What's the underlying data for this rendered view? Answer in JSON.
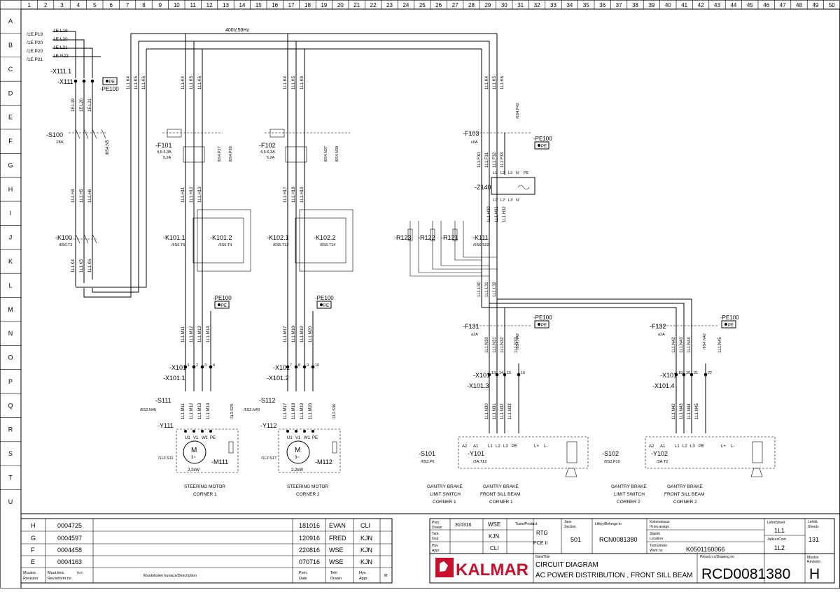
{
  "columns": [
    "1",
    "2",
    "3",
    "4",
    "5",
    "6",
    "7",
    "8",
    "9",
    "10",
    "11",
    "12",
    "13",
    "14",
    "15",
    "16",
    "17",
    "18",
    "19",
    "20",
    "21",
    "22",
    "23",
    "24",
    "25",
    "26",
    "27",
    "28",
    "29",
    "30",
    "31",
    "32",
    "33",
    "34",
    "35",
    "36",
    "37",
    "38",
    "39",
    "40",
    "41",
    "42",
    "43",
    "44",
    "45",
    "46",
    "47",
    "48",
    "49",
    "50"
  ],
  "rows": [
    "A",
    "B",
    "C",
    "D",
    "E",
    "F",
    "G",
    "H",
    "I",
    "J",
    "K",
    "L",
    "M",
    "N",
    "O",
    "P",
    "Q",
    "R",
    "S",
    "T",
    "U"
  ],
  "supply": {
    "voltage": "400V,50Hz",
    "refs": [
      "/1E.P19",
      "/1E.P20",
      "/1E.P20",
      "/1E.P21"
    ],
    "wires": [
      "1E.L19",
      "1E.L20",
      "1E.L21",
      "1E.N22"
    ],
    "terminal": "-X111.1",
    "terminal2": "-X111",
    "pe": "-PE100",
    "pe_tag": "PE",
    "down_wires": [
      "1E.L19",
      "1E.L20",
      "1E.L21"
    ],
    "bus_wires": [
      "1L1.K4",
      "1L1.K5",
      "1L1.K6"
    ]
  },
  "left": {
    "s100": "-S100",
    "s100_rating": "16A",
    "s100_ref": "/6S4.N5",
    "wires_h": [
      "1L1.H4",
      "1L1.H5",
      "1L1.H6"
    ],
    "k100": "-K100",
    "k100_ref": "/6S6.T3",
    "wires_k": [
      "1L1.K4",
      "1L1.K5",
      "1L1.K6"
    ]
  },
  "corner1": {
    "wires_top": [
      "1L1.K4",
      "1L1.K5",
      "1L1.K6"
    ],
    "breaker": "-F101",
    "rating1": "4,5-6,3A",
    "rating2": "5,2A",
    "aux_refs": [
      "/6S4.P27",
      "/6S4.P30"
    ],
    "wires_h": [
      "1L1.H11",
      "1L1.H12",
      "1L1.H13"
    ],
    "k1": "-K101.1",
    "k1_ref": "/6S6.T6",
    "k2": "-K101.2",
    "k2_ref": "/6S6.T9",
    "pe": "-PE100",
    "wires_m": [
      "1L1.M11",
      "1L1.M12",
      "1L1.M13",
      "1L1.M14"
    ],
    "x1": "-X101",
    "x2": "-X101.1",
    "term_nums": [
      "1",
      "2",
      "3",
      "4"
    ],
    "switch": "-S111",
    "switch_ref": "/6S2.N45",
    "brake": "-Y111",
    "brake_ref": "/1L2.S11",
    "motor_ref": "/1L3.S29",
    "motor": "-M111",
    "motor_sym": "M",
    "motor_phase": "3~",
    "motor_power": "2,2kW",
    "wires_mm": [
      "1L1.M11",
      "1L1.M12",
      "1L1.M13",
      "1L1.M14"
    ],
    "term_labels": [
      "U1",
      "V1",
      "W1",
      "PE"
    ],
    "caption1": "STEERING MOTOR",
    "caption2": "CORNER 1"
  },
  "corner2": {
    "wires_top": [
      "1L1.K4",
      "1L1.K5",
      "1L1.K6"
    ],
    "breaker": "-F102",
    "rating1": "4,5-6,3A",
    "rating2": "5,2A",
    "aux_refs": [
      "/6S4.N27",
      "/6S4.N30"
    ],
    "wires_h": [
      "1L1.H17",
      "1L1.H18",
      "1L1.H19"
    ],
    "k1": "-K102.1",
    "k1_ref": "/6S6.T12",
    "k2": "-K102.2",
    "k2_ref": "/6S6.T14",
    "pe": "-PE100",
    "wires_m": [
      "1L1.M17",
      "1L1.M18",
      "1L1.M19",
      "1L1.M20"
    ],
    "x1": "-X101",
    "x2": "-X101.2",
    "term_nums": [
      "7",
      "8",
      "9",
      "10"
    ],
    "switch": "-S112",
    "switch_ref": "/6S2.N49",
    "brake": "-Y112",
    "brake_ref": "/1L2.S17",
    "motor_ref": "/1L3.S36",
    "motor": "-M112",
    "motor_sym": "M",
    "motor_phase": "3~",
    "motor_power": "2,2kW",
    "wires_mm": [
      "1L1.M17",
      "1L1.M18",
      "1L1.M19",
      "1L1.M20"
    ],
    "term_labels": [
      "U1",
      "V1",
      "W1",
      "PE"
    ],
    "caption1": "STEERING MOTOR",
    "caption2": "CORNER 2"
  },
  "right": {
    "wires_top": [
      "1L1.K4",
      "1L1.K5",
      "1L1.K6"
    ],
    "aux_ref": "/6S4.P42",
    "f103": "-F103",
    "f103_rating": "c6A",
    "pe": "-PE100",
    "wires_f": [
      "1L1.F30",
      "1L1.F31",
      "1L1.F32",
      "1L1.F33"
    ],
    "z_terms_in": [
      "L1",
      "L2",
      "L3",
      "N",
      "PE"
    ],
    "z140": "-Z140",
    "z_terms_out": [
      "L1'",
      "L2'",
      "L3'",
      "N'"
    ],
    "wires_h": [
      "1L1.H30",
      "1L1.H31",
      "1L1.H32"
    ],
    "r123": "-R123",
    "r122": "-R122",
    "r121": "-R121",
    "k111": "-K111",
    "k111_ref": "/6S6.S22",
    "wires_l": [
      "1L1.L30",
      "1L1.L31",
      "1L1.L32"
    ]
  },
  "brake1": {
    "breaker": "-F131",
    "rating": "a2A",
    "aux_ref": "/6S4.N42",
    "pe": "-PE100",
    "wires_n": [
      "1L1.N30",
      "1L1.N31",
      "1L1.N32",
      "1L1.N33"
    ],
    "x1": "-X101",
    "x2": "-X101.3",
    "term_nums": [
      "13",
      "14",
      "15",
      "16"
    ],
    "wires_nn": [
      "1L1.N30",
      "1L1.N31",
      "1L1.N32",
      "1L1.N33"
    ],
    "term_labels": [
      "A2",
      "A1",
      "L1",
      "L2",
      "L3",
      "PE",
      "L+",
      "L-"
    ],
    "switch": "-S101",
    "switch_ref": "/6S3.P6",
    "unit": "-Y101",
    "unit_ref": "/3A.T12",
    "cap_a1": "GANTRY BRAKE",
    "cap_a2": "LIMIT SWITCH",
    "cap_a3": "CORNER 1",
    "cap_b1": "GANTRY BRAKE",
    "cap_b2": "FRONT SILL BEAM",
    "cap_b3": "CORNER 1"
  },
  "brake2": {
    "breaker": "-F132",
    "rating": "a2A",
    "aux_ref": "/6S4.N42",
    "pe": "-PE100",
    "wires_n": [
      "1L1.N42",
      "1L1.N43",
      "1L1.N44",
      "1L1.N45"
    ],
    "x1": "-X101",
    "x2": "-X101.4",
    "term_nums": [
      "19",
      "20",
      "21",
      "22"
    ],
    "wires_nn": [
      "1L1.N42",
      "1L1.N43",
      "1L1.N44",
      "1L1.N45"
    ],
    "term_labels": [
      "A2",
      "A1",
      "L1",
      "L2",
      "L3",
      "PE",
      "L+",
      "L-"
    ],
    "switch": "-S102",
    "switch_ref": "/6S3.P10",
    "unit": "-Y102",
    "unit_ref": "/3A.T2",
    "cap_a1": "GANTRY BRAKE",
    "cap_a2": "LIMIT SWITCH",
    "cap_a3": "CORNER 2",
    "cap_b1": "GANTRY BRAKE",
    "cap_b2": "FRONT SILL BEAM",
    "cap_b3": "CORNER 2"
  },
  "revisions": [
    {
      "rev": "H",
      "number": "0004725",
      "date": "181016",
      "drawn": "EVAN",
      "appr": "CLI"
    },
    {
      "rev": "G",
      "number": "0004597",
      "date": "120916",
      "drawn": "FRED",
      "appr": "KJN"
    },
    {
      "rev": "F",
      "number": "0004458",
      "date": "220816",
      "drawn": "WSE",
      "appr": "KJN"
    },
    {
      "rev": "E",
      "number": "0004163",
      "date": "070716",
      "drawn": "WSE",
      "appr": "KJN"
    }
  ],
  "rev_footer": {
    "c1a": "Muutos",
    "c1b": "Revision",
    "c2a": "Muut.tied.",
    "c2a2": "n:o",
    "c2b": "Rev.inform no",
    "c3": "Muutoksien kuvaus/Description",
    "c4a": "Pvm.",
    "c4b": "Date",
    "c5a": "Teki",
    "c5b": "Drawn",
    "c6a": "Hyv.",
    "c6b": "Appr.",
    "c7": "M"
  },
  "titleblock": {
    "plvm_label1": "Pvm.",
    "plvm_label2": "Drawn",
    "drawn_date": "310316",
    "drawn_by": "WSE",
    "tark_label1": "Tark.",
    "tark_label2": "Insp",
    "insp_by": "KJN",
    "hyv_label1": "Hyv.",
    "hyv_label2": "Appr",
    "appr_by": "CLI",
    "product_label": "Tuote/Product",
    "product1": "RTG",
    "product2": "PCE II",
    "section_label1": "Jaos",
    "section_label2": "Section",
    "section": "501",
    "belongs_label": "Liittyy/Belongs to",
    "belongs": "RCN0081380",
    "assign_label1": "Kokonaisuus",
    "assign_label2": "Hi.lev.assign.",
    "location_label1": "Sijainti",
    "location_label2": "Location",
    "work_label1": "Työnumero",
    "work_label2": "Work no",
    "work_no": "K0501160066",
    "sheet_label": "Lehti/Sheet",
    "sheet": "1L1",
    "cont_label": "Jatkuu/Cont.",
    "cont": "1L2",
    "sheets_label1": "Lehtiä",
    "sheets_label2": "Sheets",
    "sheets": "131",
    "logo": "KALMAR",
    "title_label": "Nimi/Title",
    "title1": "CIRCUIT DIAGRAM",
    "title2": "AC POWER DISTRIBUTION , FRONT SILL BEAM",
    "drawing_label": "Piirust.n:o/Drawing no",
    "drawing_no": "RCD0081380",
    "rev_label1": "Muutos",
    "rev_label2": "Revision",
    "rev": "H"
  }
}
